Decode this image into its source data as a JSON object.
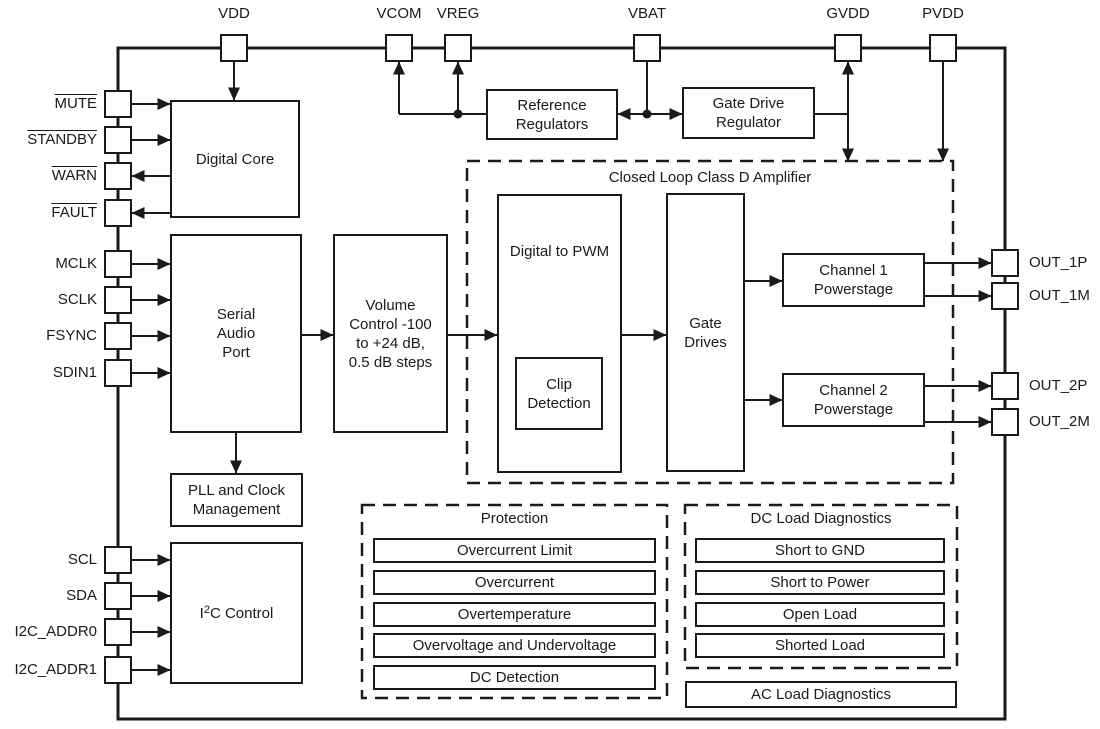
{
  "diagram": {
    "colors": {
      "line": "#1a1a1a",
      "background": "#ffffff"
    },
    "pins": {
      "top": [
        "VDD",
        "VCOM",
        "VREG",
        "VBAT",
        "GVDD",
        "PVDD"
      ],
      "left": [
        "MUTE",
        "STANDBY",
        "WARN",
        "FAULT",
        "MCLK",
        "SCLK",
        "FSYNC",
        "SDIN1",
        "SCL",
        "SDA",
        "I2C_ADDR0",
        "I2C_ADDR1"
      ],
      "right": [
        "OUT_1P",
        "OUT_1M",
        "OUT_2P",
        "OUT_2M"
      ]
    },
    "blocks": {
      "digital_core": "Digital Core",
      "serial_audio_port": "Serial\nAudio\nPort",
      "volume_control": "Volume\nControl -100\nto +24 dB,\n0.5 dB steps",
      "reference_regulators": "Reference\nRegulators",
      "gate_drive_regulator": "Gate Drive\nRegulator",
      "pll_clock": "PLL and Clock\nManagement",
      "i2c_control": {
        "pre": "I",
        "sup": "2",
        "post": "C Control"
      },
      "class_d_title": "Closed Loop Class D Amplifier",
      "digital_to_pwm": "Digital to PWM",
      "clip_detection": "Clip\nDetection",
      "gate_drives": "Gate\nDrives",
      "channel1_powerstage": "Channel 1\nPowerstage",
      "channel2_powerstage": "Channel 2\nPowerstage"
    },
    "protection": {
      "title": "Protection",
      "items": [
        "Overcurrent Limit",
        "Overcurrent",
        "Overtemperature",
        "Overvoltage and Undervoltage",
        "DC Detection"
      ]
    },
    "dc_load_diagnostics": {
      "title": "DC Load Diagnostics",
      "items": [
        "Short to GND",
        "Short to Power",
        "Open Load",
        "Shorted Load"
      ]
    },
    "ac_load_diagnostics": "AC Load Diagnostics"
  }
}
